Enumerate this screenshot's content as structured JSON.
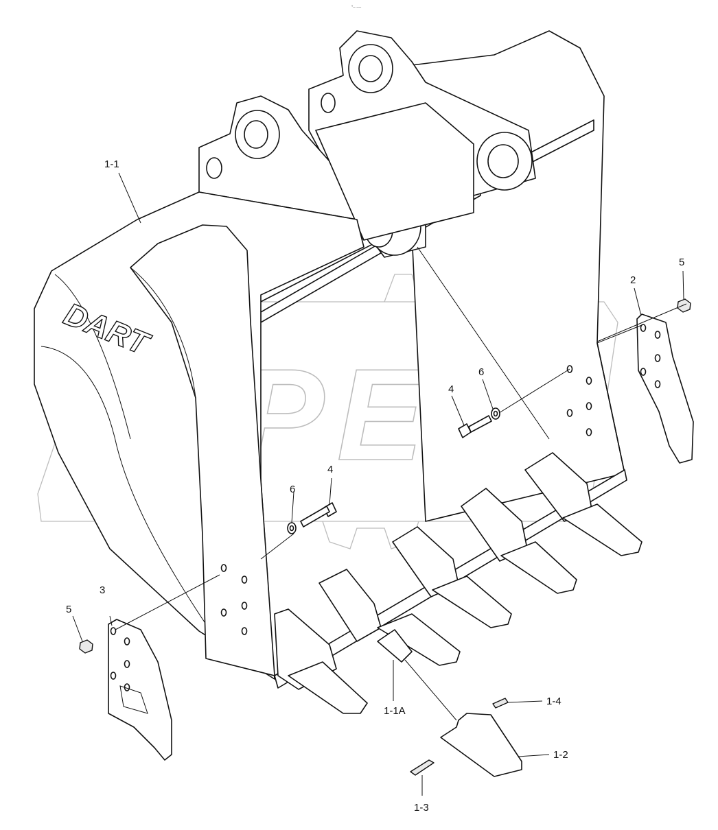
{
  "header_mark": "°– ––",
  "watermark": "OPEX",
  "bucket_logo": "DART",
  "labels": {
    "l_1_1": "1-1",
    "l_1_1A": "1-1A",
    "l_1_2": "1-2",
    "l_1_3": "1-3",
    "l_1_4": "1-4",
    "l_2": "2",
    "l_3": "3",
    "l_4a": "4",
    "l_4b": "4",
    "l_5a": "5",
    "l_5b": "5",
    "l_6a": "6",
    "l_6b": "6"
  }
}
